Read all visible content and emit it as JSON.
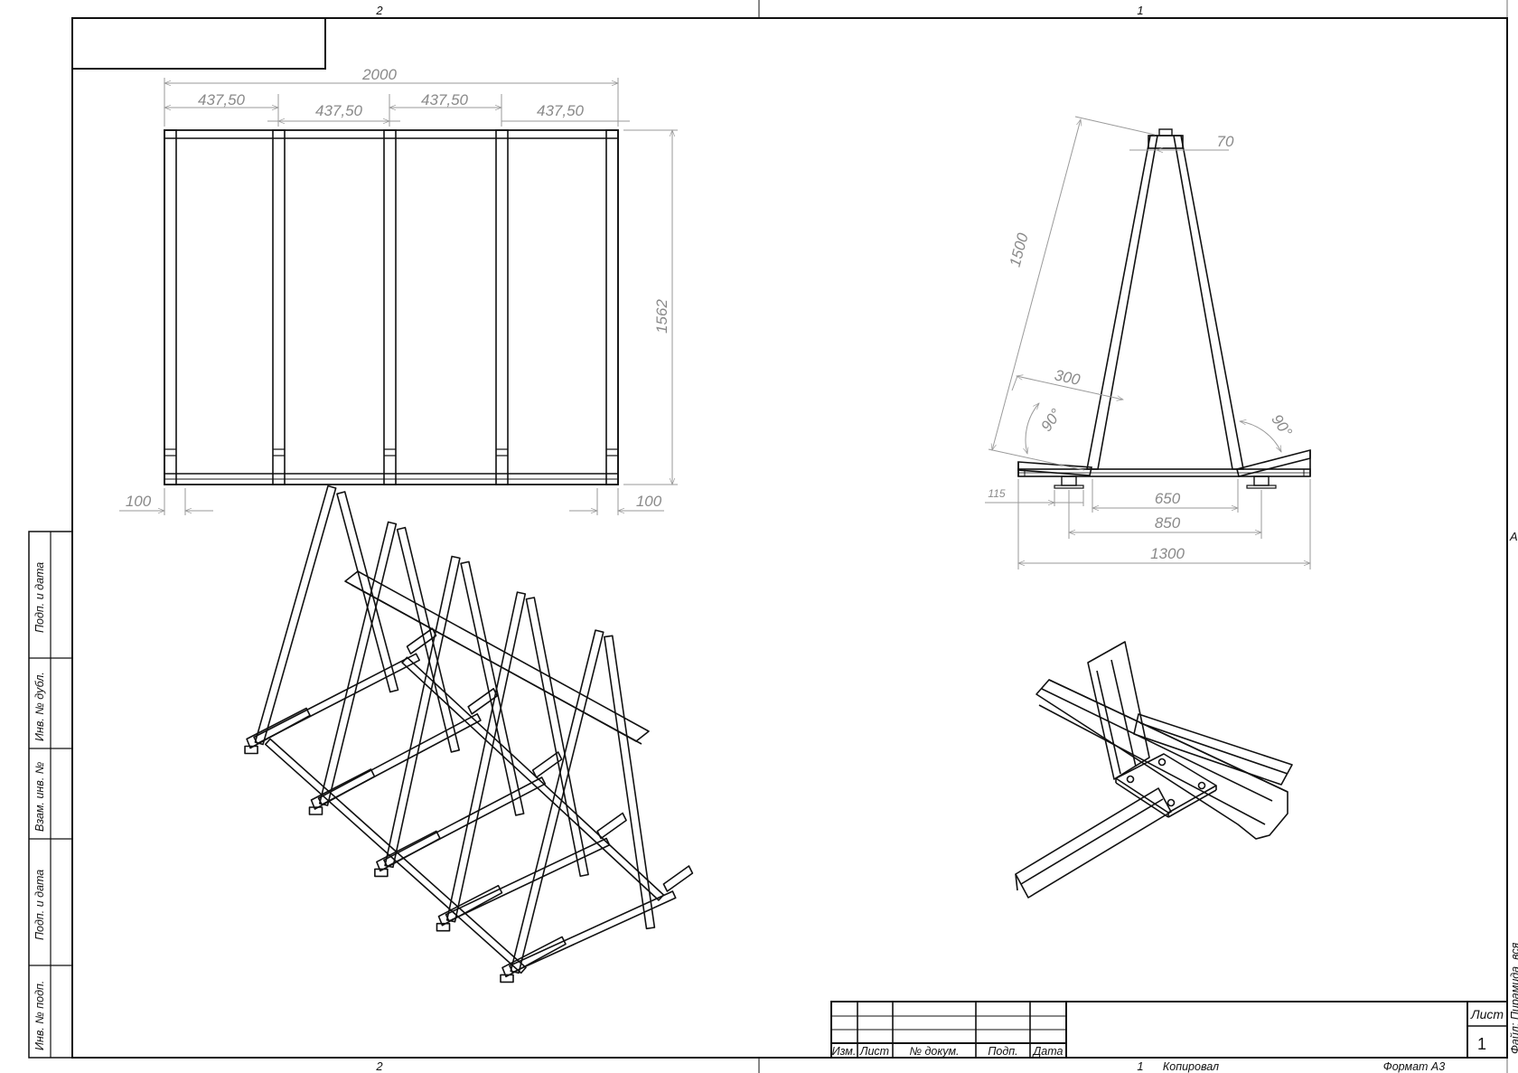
{
  "zones": {
    "top_left": "2",
    "top_right": "1",
    "bottom_left": "2",
    "bottom_right": "1",
    "right_edge": "A"
  },
  "front_view": {
    "overall_width": "2000",
    "bay_1": "437,50",
    "bay_2": "437,50",
    "bay_3": "437,50",
    "bay_4": "437,50",
    "height": "1562",
    "left_offset": "100",
    "right_offset": "100"
  },
  "side_view": {
    "leg_length": "1500",
    "top_width": "70",
    "arm_length": "300",
    "angle_left": "90°",
    "angle_right": "90°",
    "foot_dim": "115",
    "inner_span": "650",
    "foot_span": "850",
    "base_length": "1300"
  },
  "side_stamp": {
    "field_1": "Подп. и дата",
    "field_2": "Инв. № дубл.",
    "field_3": "Взам. инв. №",
    "field_4": "Подп. и дата",
    "field_5": "Инв. № подп."
  },
  "title_block": {
    "col_izm": "Изм.",
    "col_list": "Лист",
    "col_doc": "№ докум.",
    "col_podp": "Подп.",
    "col_data": "Дата",
    "sheet_label": "Лист",
    "sheet_number": "1"
  },
  "footer": {
    "copied": "Копировал",
    "format": "Формат А3",
    "copy_num": "1"
  },
  "file_label": "Файл: Пирамида_вся"
}
